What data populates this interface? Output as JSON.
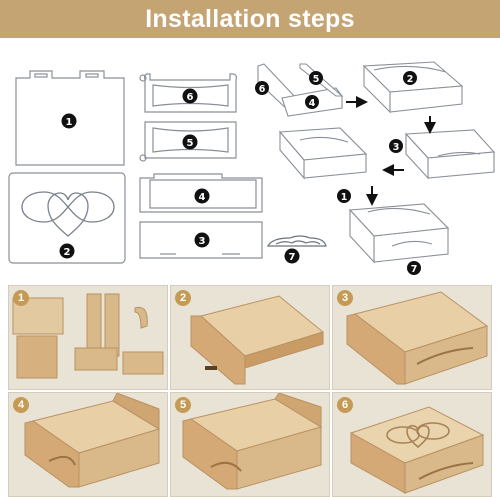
{
  "banner": {
    "title": "Installation steps"
  },
  "colors": {
    "banner": "#c4a472",
    "badge": "#c49a55",
    "wood": "#d9b98a",
    "wood_dark": "#b89263"
  },
  "parts": [
    {
      "label": "1",
      "name": "base-panel"
    },
    {
      "label": "2",
      "name": "lid-panel-heart-infinity"
    },
    {
      "label": "3",
      "name": "front-panel"
    },
    {
      "label": "4",
      "name": "back-panel"
    },
    {
      "label": "5",
      "name": "side-panel"
    },
    {
      "label": "6",
      "name": "side-panel"
    },
    {
      "label": "7",
      "name": "decorative-strip"
    }
  ],
  "diagram_steps": {
    "a": [
      "6",
      "5",
      "4"
    ],
    "b": [
      "2"
    ],
    "c": [
      "3"
    ],
    "d": [
      "1"
    ],
    "e": [
      "7"
    ]
  },
  "photos": [
    {
      "label": "1"
    },
    {
      "label": "2"
    },
    {
      "label": "3"
    },
    {
      "label": "4"
    },
    {
      "label": "5"
    },
    {
      "label": "6"
    }
  ],
  "icons": [
    "arrow-right-icon",
    "arrow-down-icon",
    "arrow-left-icon"
  ]
}
